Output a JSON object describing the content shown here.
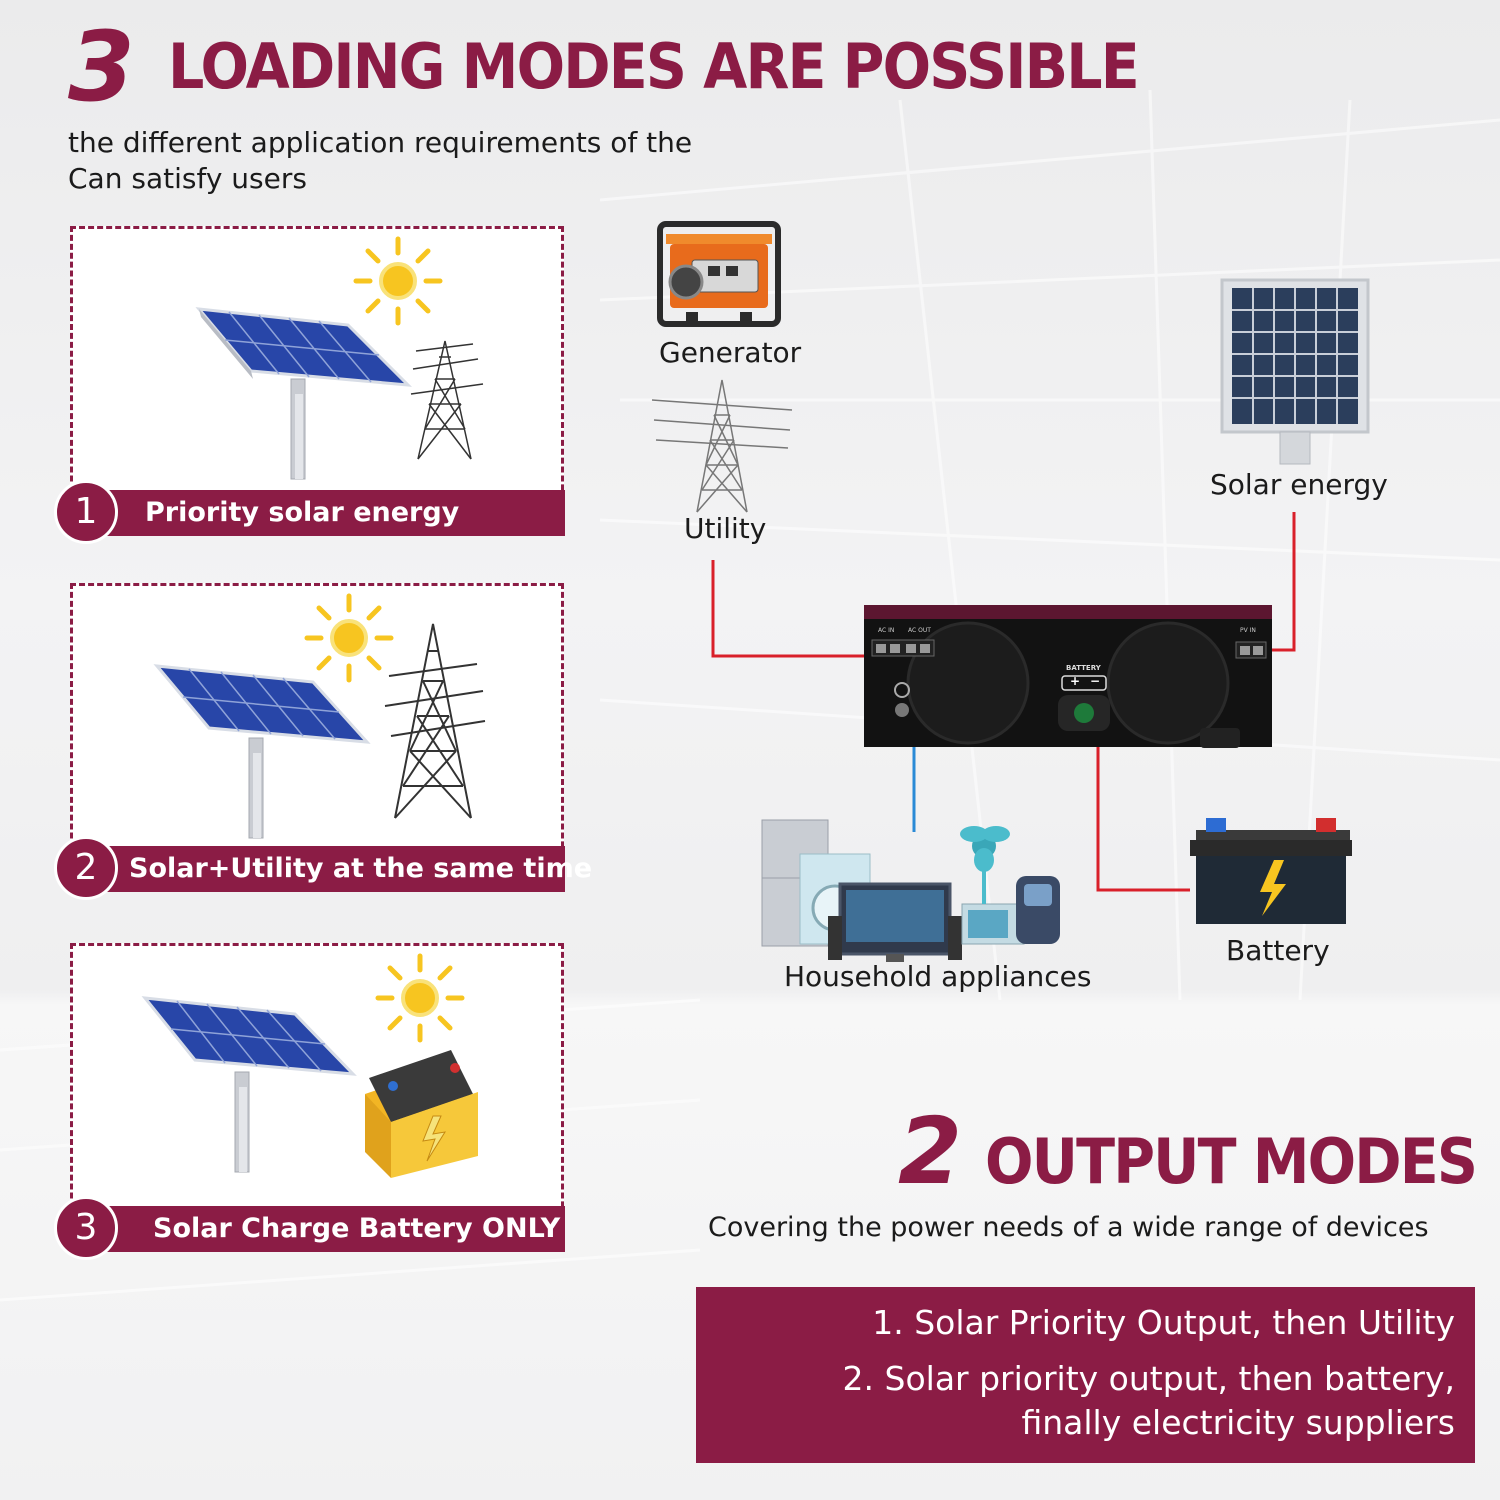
{
  "header": {
    "number": "3",
    "title": "LOADING MODES ARE POSSIBLE",
    "subtitle_line1": "the different application requirements of the",
    "subtitle_line2": "Can satisfy users"
  },
  "modes": [
    {
      "number": "1",
      "label": "Priority solar energy"
    },
    {
      "number": "2",
      "label": "Solar+Utility at the same time"
    },
    {
      "number": "3",
      "label": "Solar Charge Battery ONLY"
    }
  ],
  "diagram": {
    "generator": "Generator",
    "utility": "Utility",
    "solar": "Solar energy",
    "household": "Household appliances",
    "battery": "Battery",
    "inverter": {
      "ac_in": "AC IN",
      "ac_out": "AC OUT",
      "pv_in": "PV IN",
      "battery": "BATTERY",
      "plus": "+",
      "minus": "−"
    }
  },
  "output": {
    "number": "2",
    "title": "OUTPUT MODES",
    "subtitle": "Covering the power needs of a wide range of devices",
    "items": [
      "1. Solar Priority Output, then Utility",
      "2. Solar priority output, then battery,",
      "finally electricity suppliers"
    ]
  },
  "colors": {
    "brand": "#8b1c45",
    "wire_red": "#d9202a",
    "wire_blue": "#2a8ad6",
    "sun": "#f7c520"
  }
}
